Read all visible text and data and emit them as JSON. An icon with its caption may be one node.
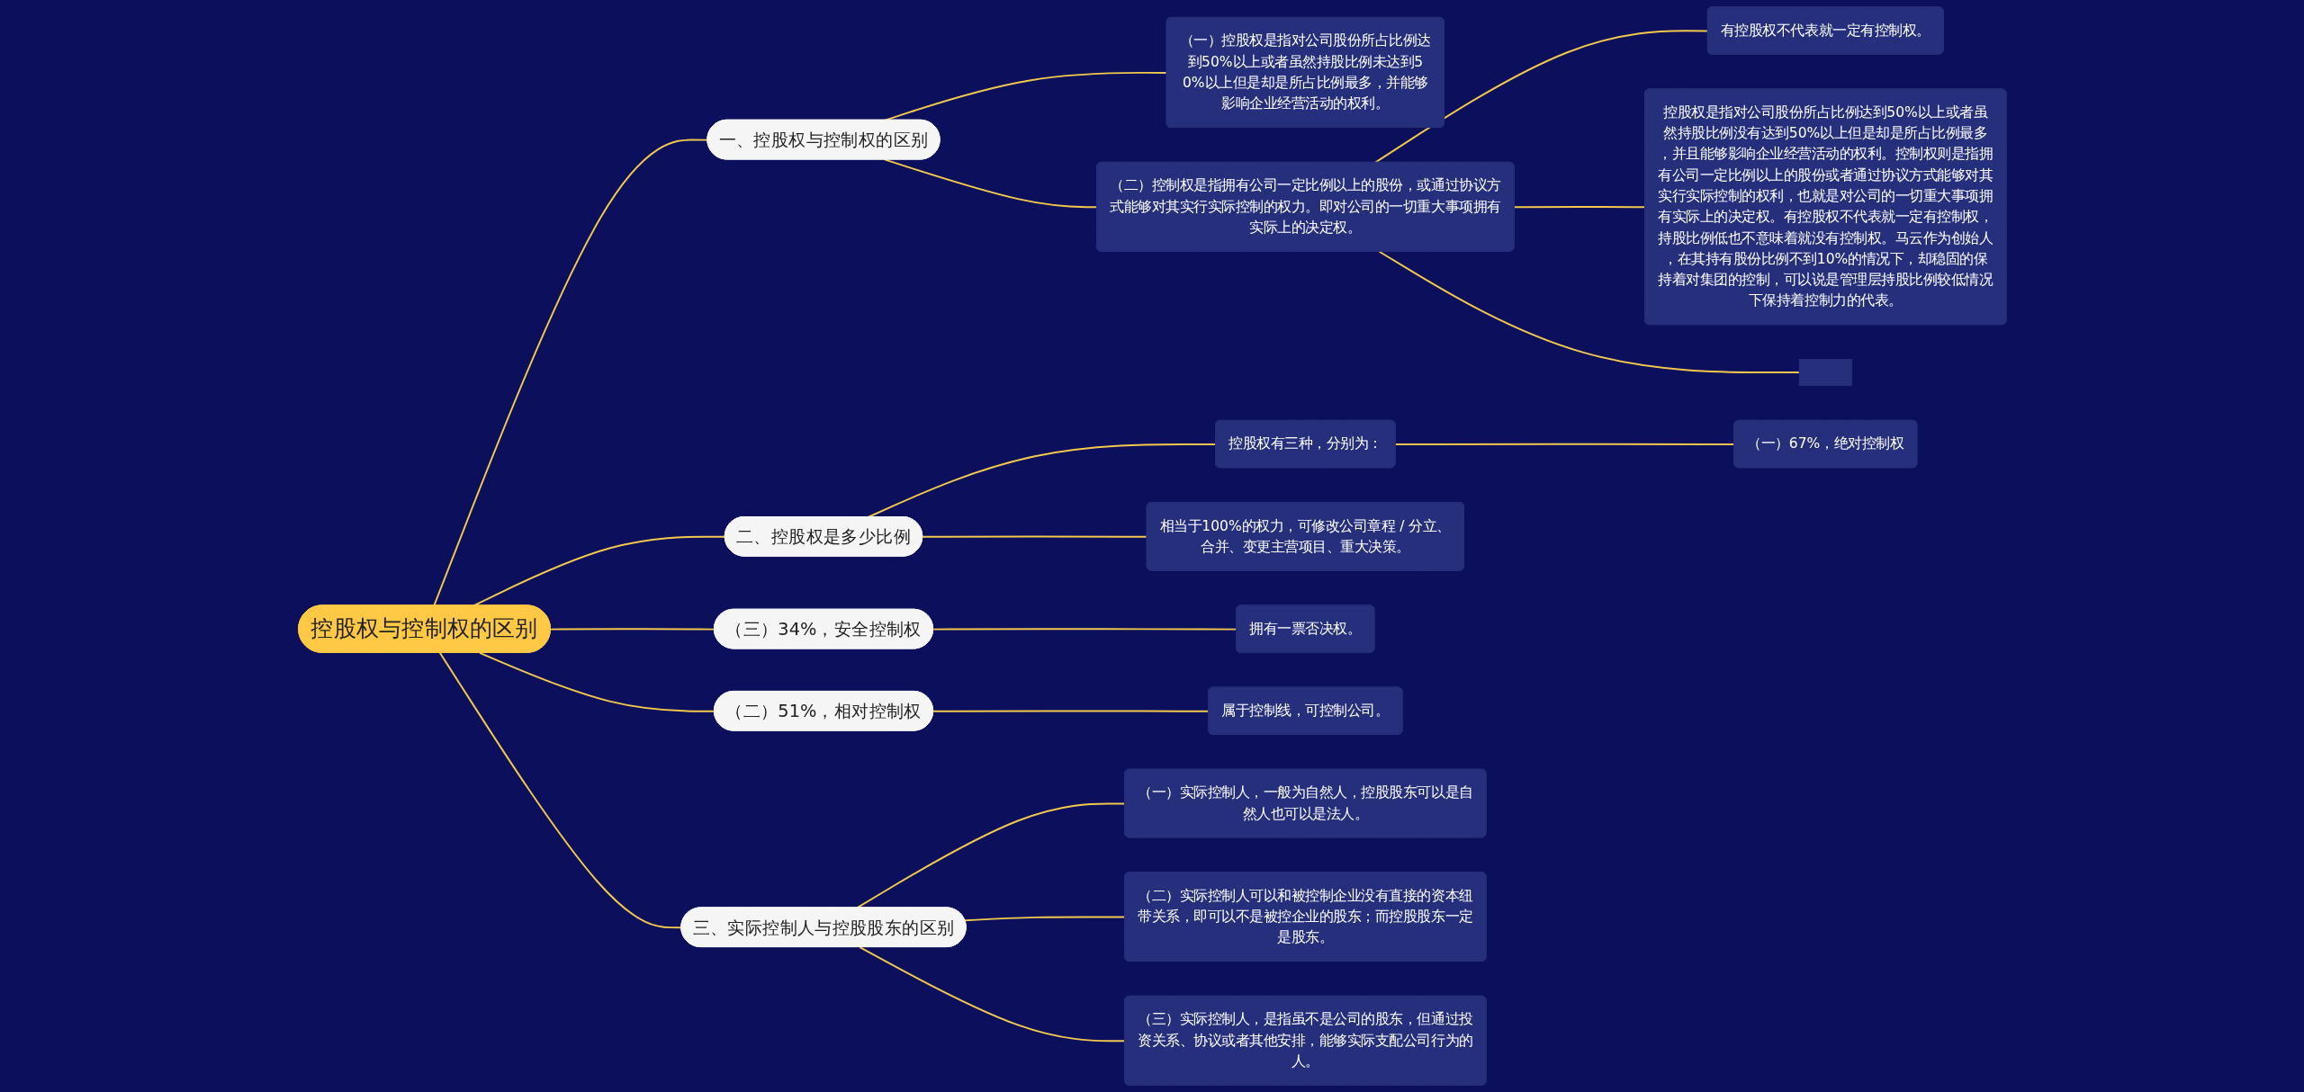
{
  "diagram": {
    "nodes": [
      {
        "text": [
          "控股权与控制权的区别"
        ]
      },
      {
        "text": [
          "一、控股权与控制权的区别"
        ]
      },
      {
        "text": [
          "（一）控股权是指对公司股份所占比例达到50%以上或者虽然持股比例未达到50%以上但是却是所占比例最多，并能够影响企业经营活动的权利。"
        ]
      },
      {
        "text": [
          "（二）控制权是指拥有公司一定比例以上的股份，或通过协议方式能够对其实行实际控制的权力。即对公司的一切重大事项拥有实际上的决定权。"
        ]
      },
      {
        "text": [
          "有控股权不代表就一定有控制权。"
        ]
      },
      {
        "text": [
          "控股权是指对公司股份所占比例达到50%以上或者虽然持股比例没有达到50%以上但是却是所占比例最多，并且能够影响企业经营活动的权利。控制权则是指拥有公司一定比例以上的股份或者通过协议方式能够对其实行实际控制的权利，也就是对公司的一切重大事项拥有实际上的决定权。有控股权不代表就一定有控制权，持股比例低也不意味着就没有控制权。马云作为创始人，在其持有股份比例不到10%的情况下，却稳固的保持着对集团的控制，可以说是管理层持股比例较低情况下保持着控制力的代表。"
        ]
      },
      {
        "text": [],
        "shape": "box"
      },
      {
        "text": [
          "二、控股权是多少比例"
        ]
      },
      {
        "text": [
          "控股权有三种，分别为："
        ]
      },
      {
        "text": [
          "（一）67%，绝对控制权"
        ]
      },
      {
        "text": [
          "相当于100%的权力，可修改公司章程 / 分立、合并、变更主营项目、重大决策。"
        ]
      },
      {
        "text": [
          "（三）34%，安全控制权"
        ]
      },
      {
        "text": [
          "拥有一票否决权。"
        ]
      },
      {
        "text": [
          "（二）51%，相对控制权"
        ]
      },
      {
        "text": [
          "属于控制线，可控制公司。"
        ]
      },
      {
        "text": [
          "三、实际控制人与控股股东的区别"
        ]
      },
      {
        "text": [
          "（一）实际控制人，一般为自然人，控股股东可以是自然人也可以是法人。"
        ]
      },
      {
        "text": [
          "（二）实际控制人可以和被控制企业没有直接的资本纽带关系，即可以不是被控企业的股东；而控股股东一定是股东。"
        ]
      },
      {
        "text": [
          "（三）实际控制人，是指虽不是公司的股东，但通过投资关系、协议或者其他安排，能够实际支配公司行为的人。"
        ]
      }
    ],
    "edges": [
      {
        "from": 0,
        "to": 1,
        "arrow": "none"
      },
      {
        "from": 1,
        "to": 2,
        "arrow": "none"
      },
      {
        "from": 1,
        "to": 3,
        "arrow": "none"
      },
      {
        "from": 3,
        "to": 4,
        "arrow": "none"
      },
      {
        "from": 3,
        "to": 5,
        "arrow": "none"
      },
      {
        "from": 3,
        "to": 6,
        "arrow": "none"
      },
      {
        "from": 0,
        "to": 7,
        "arrow": "none"
      },
      {
        "from": 7,
        "to": 8,
        "arrow": "none"
      },
      {
        "from": 8,
        "to": 9,
        "arrow": "none"
      },
      {
        "from": 7,
        "to": 10,
        "arrow": "none"
      },
      {
        "from": 0,
        "to": 11,
        "arrow": "none"
      },
      {
        "from": 11,
        "to": 12,
        "arrow": "none"
      },
      {
        "from": 0,
        "to": 13,
        "arrow": "none"
      },
      {
        "from": 13,
        "to": 14,
        "arrow": "none"
      },
      {
        "from": 0,
        "to": 15,
        "arrow": "none"
      },
      {
        "from": 15,
        "to": 16,
        "arrow": "none"
      },
      {
        "from": 15,
        "to": 17,
        "arrow": "none"
      },
      {
        "from": 15,
        "to": 18,
        "arrow": "none"
      }
    ]
  }
}
